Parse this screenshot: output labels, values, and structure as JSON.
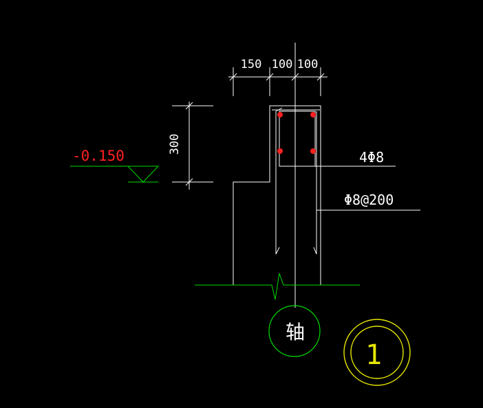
{
  "drawing": {
    "background": "#000000",
    "colors": {
      "line": "#ffffff",
      "ground": "#00dd00",
      "elevation_text": "#ff2020",
      "rebar": "#ff2020",
      "detail_circle": "#e8e800"
    },
    "dimensions": {
      "top_1": "150",
      "top_2": "100",
      "top_3": "100",
      "vertical": "300"
    },
    "elevation": "-0.150",
    "rebar_labels": {
      "longitudinal": "4Φ8",
      "stirrup": "Φ8@200"
    },
    "axis_label": "轴",
    "detail_number": "1",
    "icons": {
      "elevation_marker": "triangle-elevation-icon",
      "break_line": "zigzag-break-icon"
    }
  }
}
